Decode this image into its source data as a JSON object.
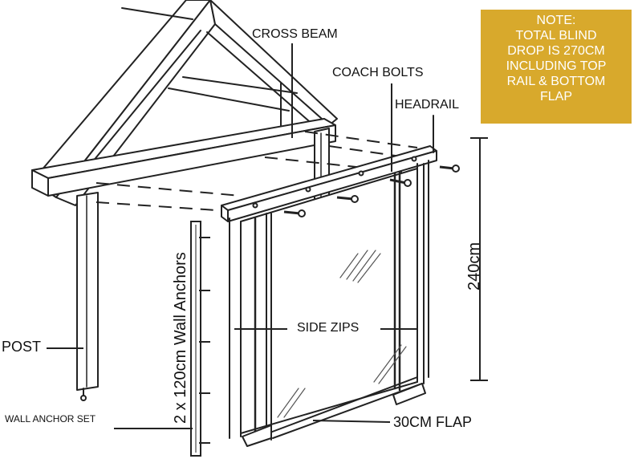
{
  "labels": {
    "cross_beam": "CROSS BEAM",
    "coach_bolts": "COACH BOLTS",
    "headrail": "HEADRAIL",
    "post": "POST",
    "side_zips": "SIDE ZIPS",
    "wall_anchor_set": "WALL ANCHOR SET",
    "flap": "30CM FLAP",
    "height": "240cm",
    "wall_anchors": "2 x 120cm Wall Anchors"
  },
  "note": {
    "lines": [
      "NOTE:",
      "TOTAL BLIND",
      "DROP IS 270CM",
      "INCLUDING TOP",
      "RAIL & BOTTOM",
      "FLAP"
    ]
  },
  "colors": {
    "note_background": "#d8a92c",
    "note_text": "#ffffff",
    "line": "#222222"
  }
}
